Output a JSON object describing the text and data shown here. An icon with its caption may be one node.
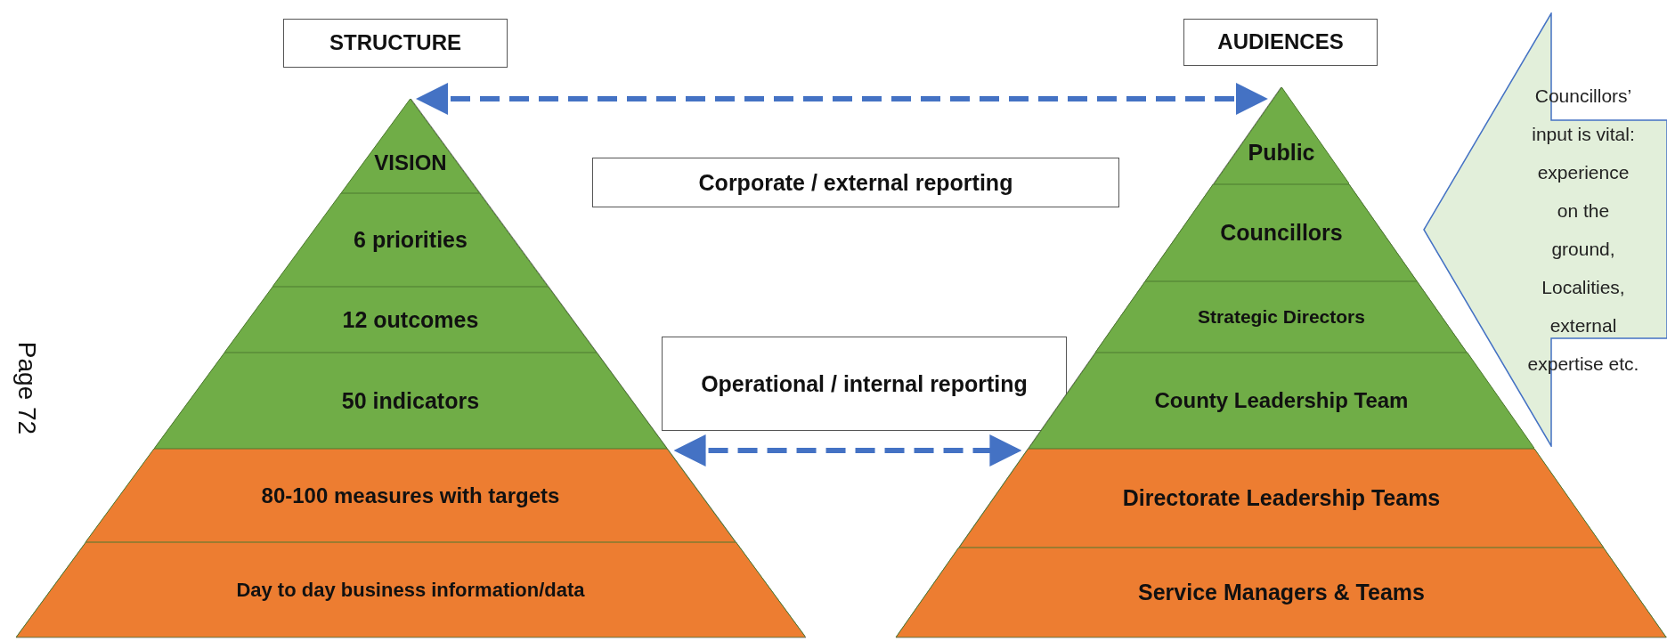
{
  "diagram": {
    "nodes": [
      {
        "text": [
          "STRUCTURE"
        ]
      },
      {
        "text": [
          "AUDIENCES"
        ]
      },
      {
        "text": [],
        "shape": "triangle"
      },
      {
        "text": [
          "VISION"
        ],
        "in": 2
      },
      {
        "text": [
          "6 priorities"
        ],
        "in": 2
      },
      {
        "text": [
          "12 outcomes"
        ],
        "in": 2
      },
      {
        "text": [
          "50 indicators"
        ],
        "in": 2
      },
      {
        "text": [
          "80-100 measures with targets"
        ],
        "in": 2
      },
      {
        "text": [
          "Day to day business information/data"
        ],
        "in": 2
      },
      {
        "text": [
          "Corporate / external reporting"
        ]
      },
      {
        "text": [
          "Operational / internal reporting"
        ]
      },
      {
        "text": [],
        "shape": "triangle"
      },
      {
        "text": [
          "Public"
        ],
        "in": 11
      },
      {
        "text": [
          "Councillors"
        ],
        "in": 11
      },
      {
        "text": [
          "Strategic Directors"
        ],
        "in": 11
      },
      {
        "text": [
          "County Leadership Team"
        ],
        "in": 11
      },
      {
        "text": [
          "Directorate Leadership Teams"
        ],
        "in": 11
      },
      {
        "text": [
          "Service Managers & Teams"
        ],
        "in": 11
      },
      {
        "text": [
          "Councillors’ input is vital: experience on the ground, Localities, external expertise etc."
        ]
      }
    ],
    "edges": [
      {
        "from": 2,
        "to": 11,
        "arrow": "both",
        "style": "dashed"
      },
      {
        "from": 2,
        "to": 11,
        "arrow": "both",
        "style": "dashed"
      }
    ],
    "labels": [
      "Page 72"
    ]
  }
}
